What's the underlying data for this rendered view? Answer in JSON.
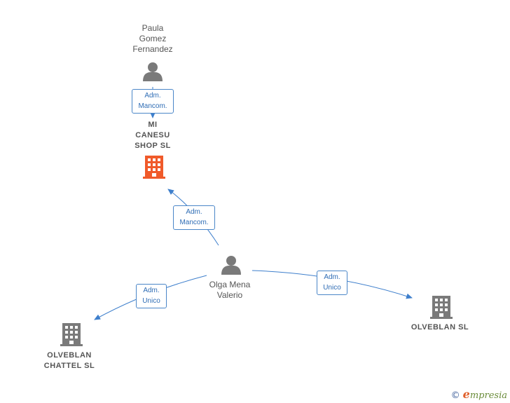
{
  "nodes": {
    "paula": {
      "name_lines": [
        "Paula",
        "Gomez",
        "Fernandez"
      ],
      "kind": "person",
      "color": "#7a7a7a"
    },
    "micanesu": {
      "name_lines": [
        "MI",
        "CANESU",
        "SHOP  SL"
      ],
      "kind": "company",
      "color": "#f05a2a"
    },
    "olga": {
      "name_lines": [
        "Olga Mena",
        "Valerio"
      ],
      "kind": "person",
      "color": "#7a7a7a"
    },
    "olveblan": {
      "name_lines": [
        "OLVEBLAN  SL"
      ],
      "kind": "company",
      "color": "#7a7a7a"
    },
    "chattel": {
      "name_lines": [
        "OLVEBLAN",
        "CHATTEL  SL"
      ],
      "kind": "company",
      "color": "#7a7a7a"
    }
  },
  "edges": [
    {
      "id": "paula-micanesu",
      "label_lines": [
        "Adm.",
        "Mancom."
      ]
    },
    {
      "id": "olga-micanesu",
      "label_lines": [
        "Adm.",
        "Mancom."
      ]
    },
    {
      "id": "olga-chattel",
      "label_lines": [
        "Adm.",
        "Unico"
      ]
    },
    {
      "id": "olga-olveblan",
      "label_lines": [
        "Adm.",
        "Unico"
      ]
    }
  ],
  "colors": {
    "edge": "#3e7fcc",
    "label_border": "#4a86c8",
    "label_text": "#2f6db5"
  },
  "footer": {
    "copyright": "©",
    "brand_initial": "e",
    "brand_rest": "mpresia"
  }
}
